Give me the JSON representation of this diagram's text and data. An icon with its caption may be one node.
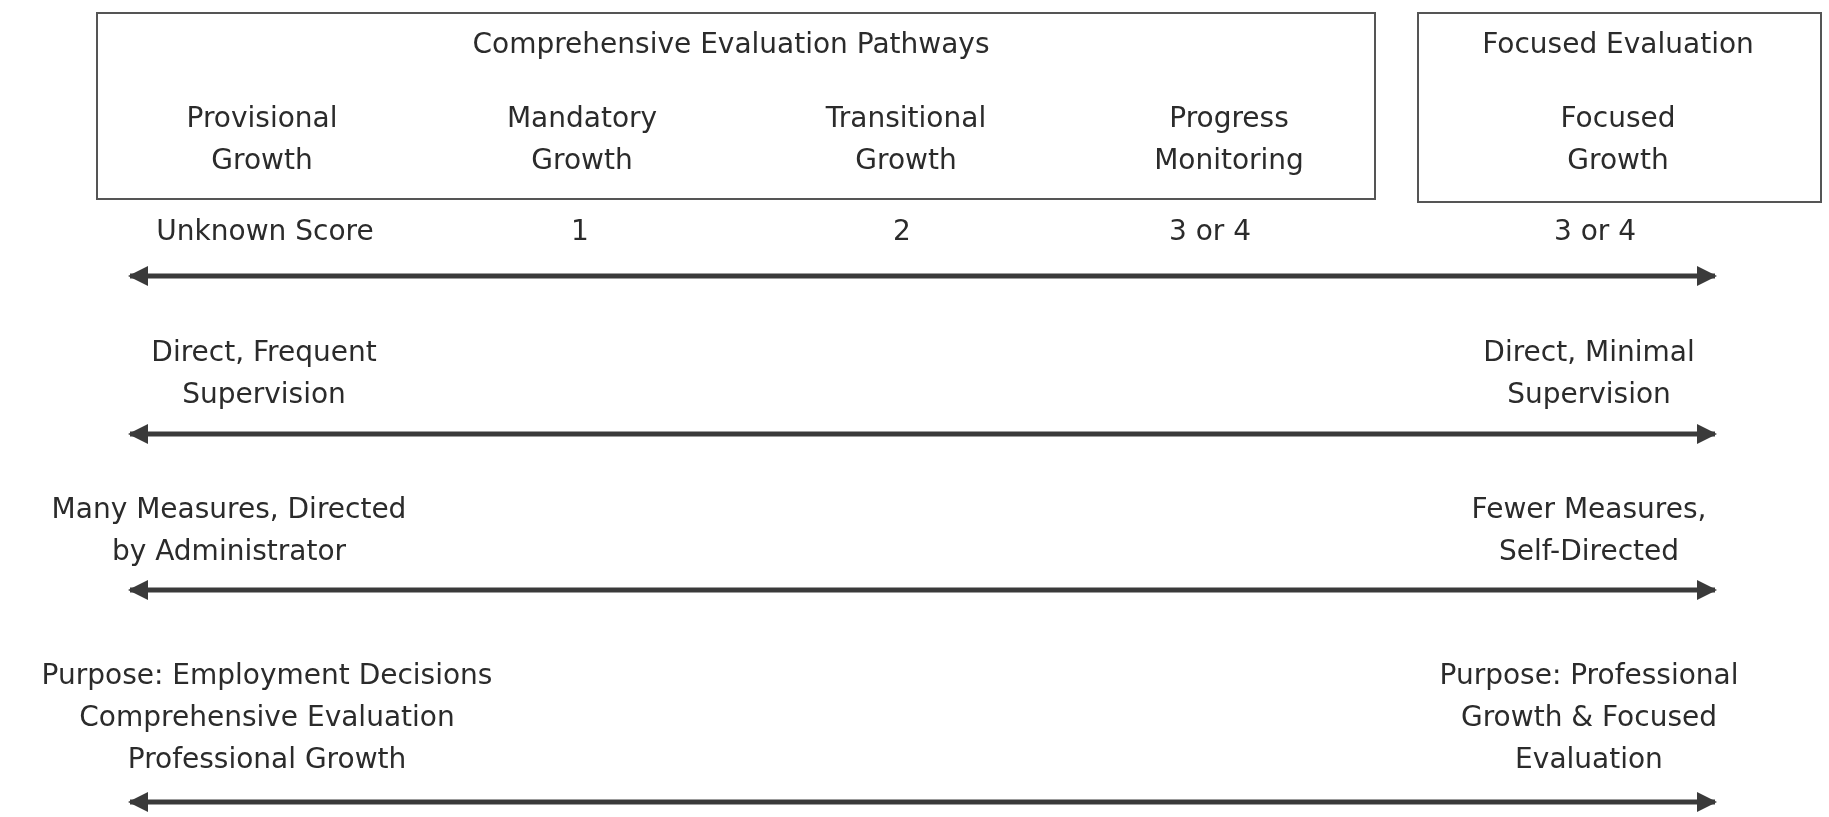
{
  "diagram": {
    "nodes": [
      {
        "text": [
          "Comprehensive Evaluation Pathways",
          "Provisional Growth",
          "Mandatory Growth",
          "Transitional Growth",
          "Progress Monitoring"
        ]
      },
      {
        "text": [
          "Focused Evaluation",
          "Focused Growth"
        ]
      }
    ],
    "labels": [
      "Unknown Score",
      "1",
      "2",
      "3 or 4",
      "3 or 4",
      "Direct, Frequent Supervision",
      "Direct, Minimal Supervision",
      "Many Measures, Directed by Administrator",
      "Fewer Measures, Self-Directed",
      "Purpose: Employment Decisions Comprehensive Evaluation Professional Growth",
      "Purpose: Professional Growth & Focused Evaluation"
    ]
  }
}
